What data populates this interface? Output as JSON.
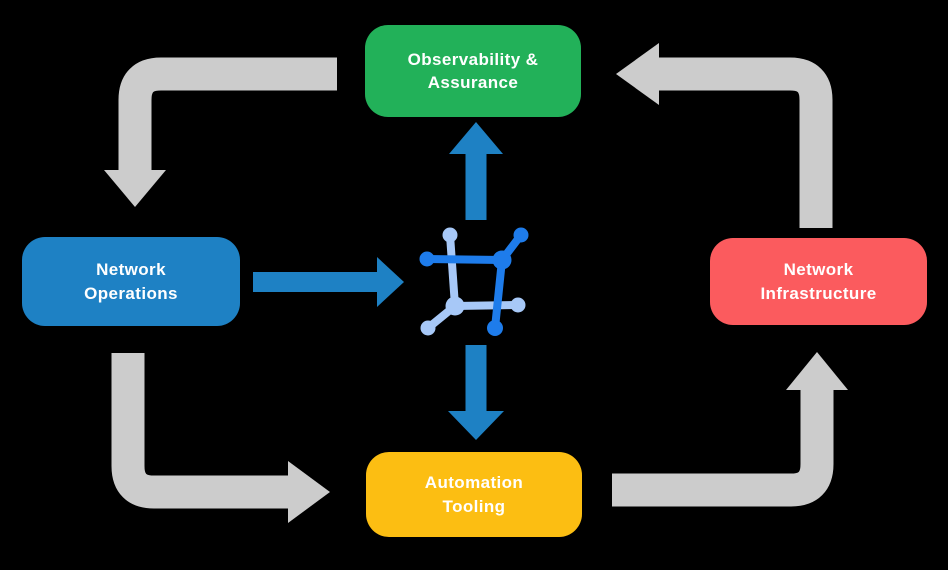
{
  "colors": {
    "background": "#000000",
    "green": "#22B159",
    "blue": "#1E81C4",
    "red": "#FB5B5E",
    "yellow": "#FCBE12",
    "arrow_gray": "#CCCCCC",
    "arrow_blue": "#1E81C4",
    "icon_dark_blue": "#1E7CEB",
    "icon_light_blue": "#A7C8F7",
    "text": "#FFFFFF"
  },
  "nodes": {
    "observability": {
      "line1": "Observability &",
      "line2": "Assurance",
      "color": "#22B159"
    },
    "operations": {
      "line1": "Network",
      "line2": "Operations",
      "color": "#1E81C4"
    },
    "infrastructure": {
      "line1": "Network",
      "line2": "Infrastructure",
      "color": "#FB5B5E"
    },
    "automation": {
      "line1": "Automation",
      "line2": "Tooling",
      "color": "#FCBE12"
    }
  },
  "center_icon": "network-nodes-icon",
  "edges": [
    {
      "from": "Observability & Assurance",
      "to": "Network Operations",
      "style": "gray-elbow"
    },
    {
      "from": "Network Operations",
      "to": "Automation Tooling",
      "style": "gray-elbow"
    },
    {
      "from": "Automation Tooling",
      "to": "Network Infrastructure",
      "style": "gray-elbow"
    },
    {
      "from": "Network Infrastructure",
      "to": "Observability & Assurance",
      "style": "gray-elbow"
    },
    {
      "from": "Network Operations",
      "to": "center-icon",
      "style": "blue-straight"
    },
    {
      "from": "center-icon",
      "to": "Observability & Assurance",
      "style": "blue-straight"
    },
    {
      "from": "center-icon",
      "to": "Automation Tooling",
      "style": "blue-straight"
    }
  ]
}
